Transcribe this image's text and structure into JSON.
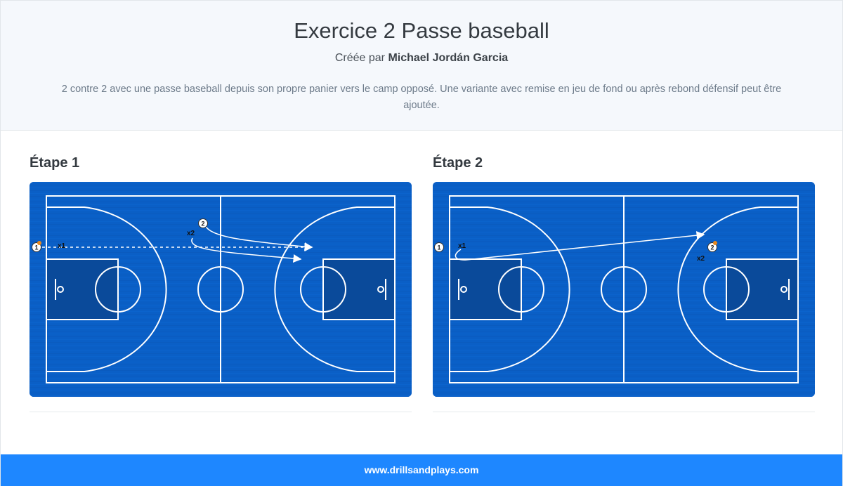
{
  "header": {
    "title": "Exercice 2 Passe baseball",
    "byline_prefix": "Créée par",
    "author": "Michael Jordán Garcia",
    "description": "2 contre 2 avec une passe baseball depuis son propre panier vers le camp opposé. Une variante avec remise en jeu de fond ou après rebond défensif peut être ajoutée."
  },
  "steps": [
    {
      "title": "Étape 1",
      "players": [
        {
          "label": "1",
          "role": "attacker",
          "has_ball": true
        },
        {
          "label": "2",
          "role": "attacker",
          "has_ball": false
        },
        {
          "label": "x1",
          "role": "defender"
        },
        {
          "label": "x2",
          "role": "defender"
        }
      ],
      "actions": [
        "pass",
        "cut"
      ]
    },
    {
      "title": "Étape 2",
      "players": [
        {
          "label": "1",
          "role": "attacker",
          "has_ball": false
        },
        {
          "label": "2",
          "role": "attacker",
          "has_ball": true
        },
        {
          "label": "x1",
          "role": "defender"
        },
        {
          "label": "x2",
          "role": "defender"
        }
      ],
      "actions": [
        "cut"
      ]
    }
  ],
  "colors": {
    "court_blue": "#0a5fc6",
    "paint_blue": "#0a4a9a",
    "line_white": "#ffffff",
    "ball_orange": "#e8891e",
    "footer_blue": "#1e87ff"
  },
  "footer": {
    "site": "www.drillsandplays.com"
  }
}
